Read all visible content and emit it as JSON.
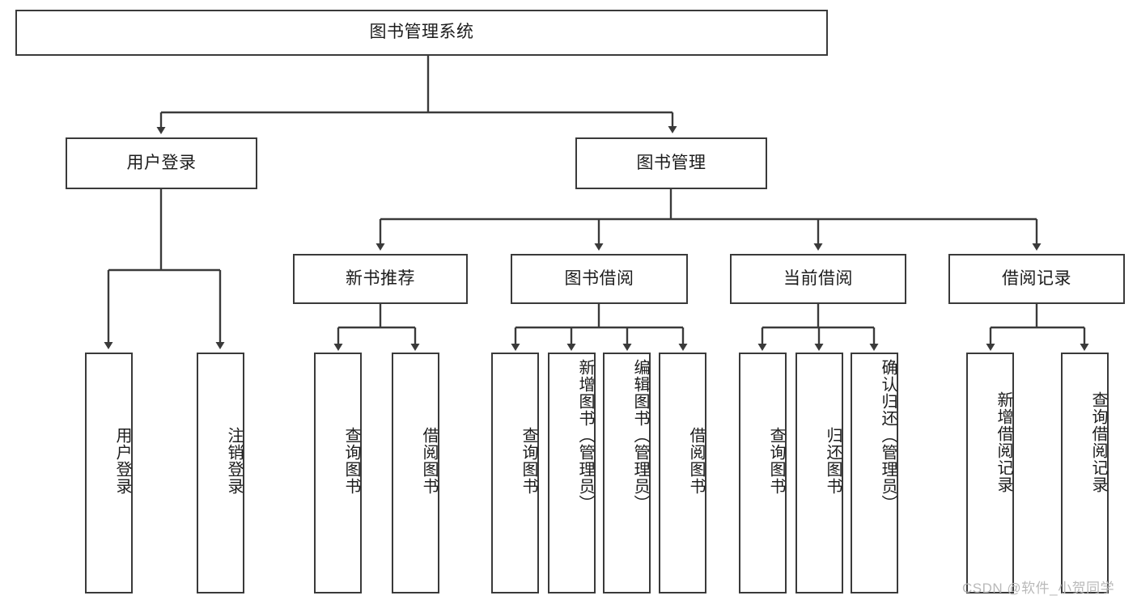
{
  "diagram": {
    "title": "图书管理系统",
    "type": "hierarchy-tree",
    "orientation": "top-down",
    "colors": {
      "box_border": "#3a3a3a",
      "box_fill": "#ffffff",
      "connector": "#3a3a3a",
      "text": "#1c1c1c",
      "watermark": "#b9b9b9",
      "background": "#ffffff"
    },
    "root": {
      "label": "图书管理系统"
    },
    "level1": [
      {
        "id": "user-login",
        "label": "用户登录"
      },
      {
        "id": "book-management",
        "label": "图书管理"
      }
    ],
    "level2": [
      {
        "id": "new-book-recommend",
        "label": "新书推荐",
        "parent": "book-management"
      },
      {
        "id": "book-borrow",
        "label": "图书借阅",
        "parent": "book-management"
      },
      {
        "id": "current-borrow",
        "label": "当前借阅",
        "parent": "book-management"
      },
      {
        "id": "borrow-record",
        "label": "借阅记录",
        "parent": "book-management"
      }
    ],
    "leaves": {
      "user-login": [
        {
          "id": "leaf-user-login",
          "label": "用户登录"
        },
        {
          "id": "leaf-user-logout",
          "label": "注销登录"
        }
      ],
      "new-book-recommend": [
        {
          "id": "leaf-query-book-1",
          "label": "查询图书"
        },
        {
          "id": "leaf-borrow-book-1",
          "label": "借阅图书"
        }
      ],
      "book-borrow": [
        {
          "id": "leaf-query-book-2",
          "label": "查询图书"
        },
        {
          "id": "leaf-add-book",
          "label": "新增图书（管理员）"
        },
        {
          "id": "leaf-edit-book",
          "label": "编辑图书（管理员）"
        },
        {
          "id": "leaf-borrow-book-2",
          "label": "借阅图书"
        }
      ],
      "current-borrow": [
        {
          "id": "leaf-query-book-3",
          "label": "查询图书"
        },
        {
          "id": "leaf-return-book",
          "label": "归还图书"
        },
        {
          "id": "leaf-confirm-return",
          "label": "确认归还（管理员）"
        }
      ],
      "borrow-record": [
        {
          "id": "leaf-add-record",
          "label": "新增借阅记录"
        },
        {
          "id": "leaf-query-record",
          "label": "查询借阅记录"
        }
      ]
    },
    "watermark": "CSDN @软件_小贺同学"
  }
}
